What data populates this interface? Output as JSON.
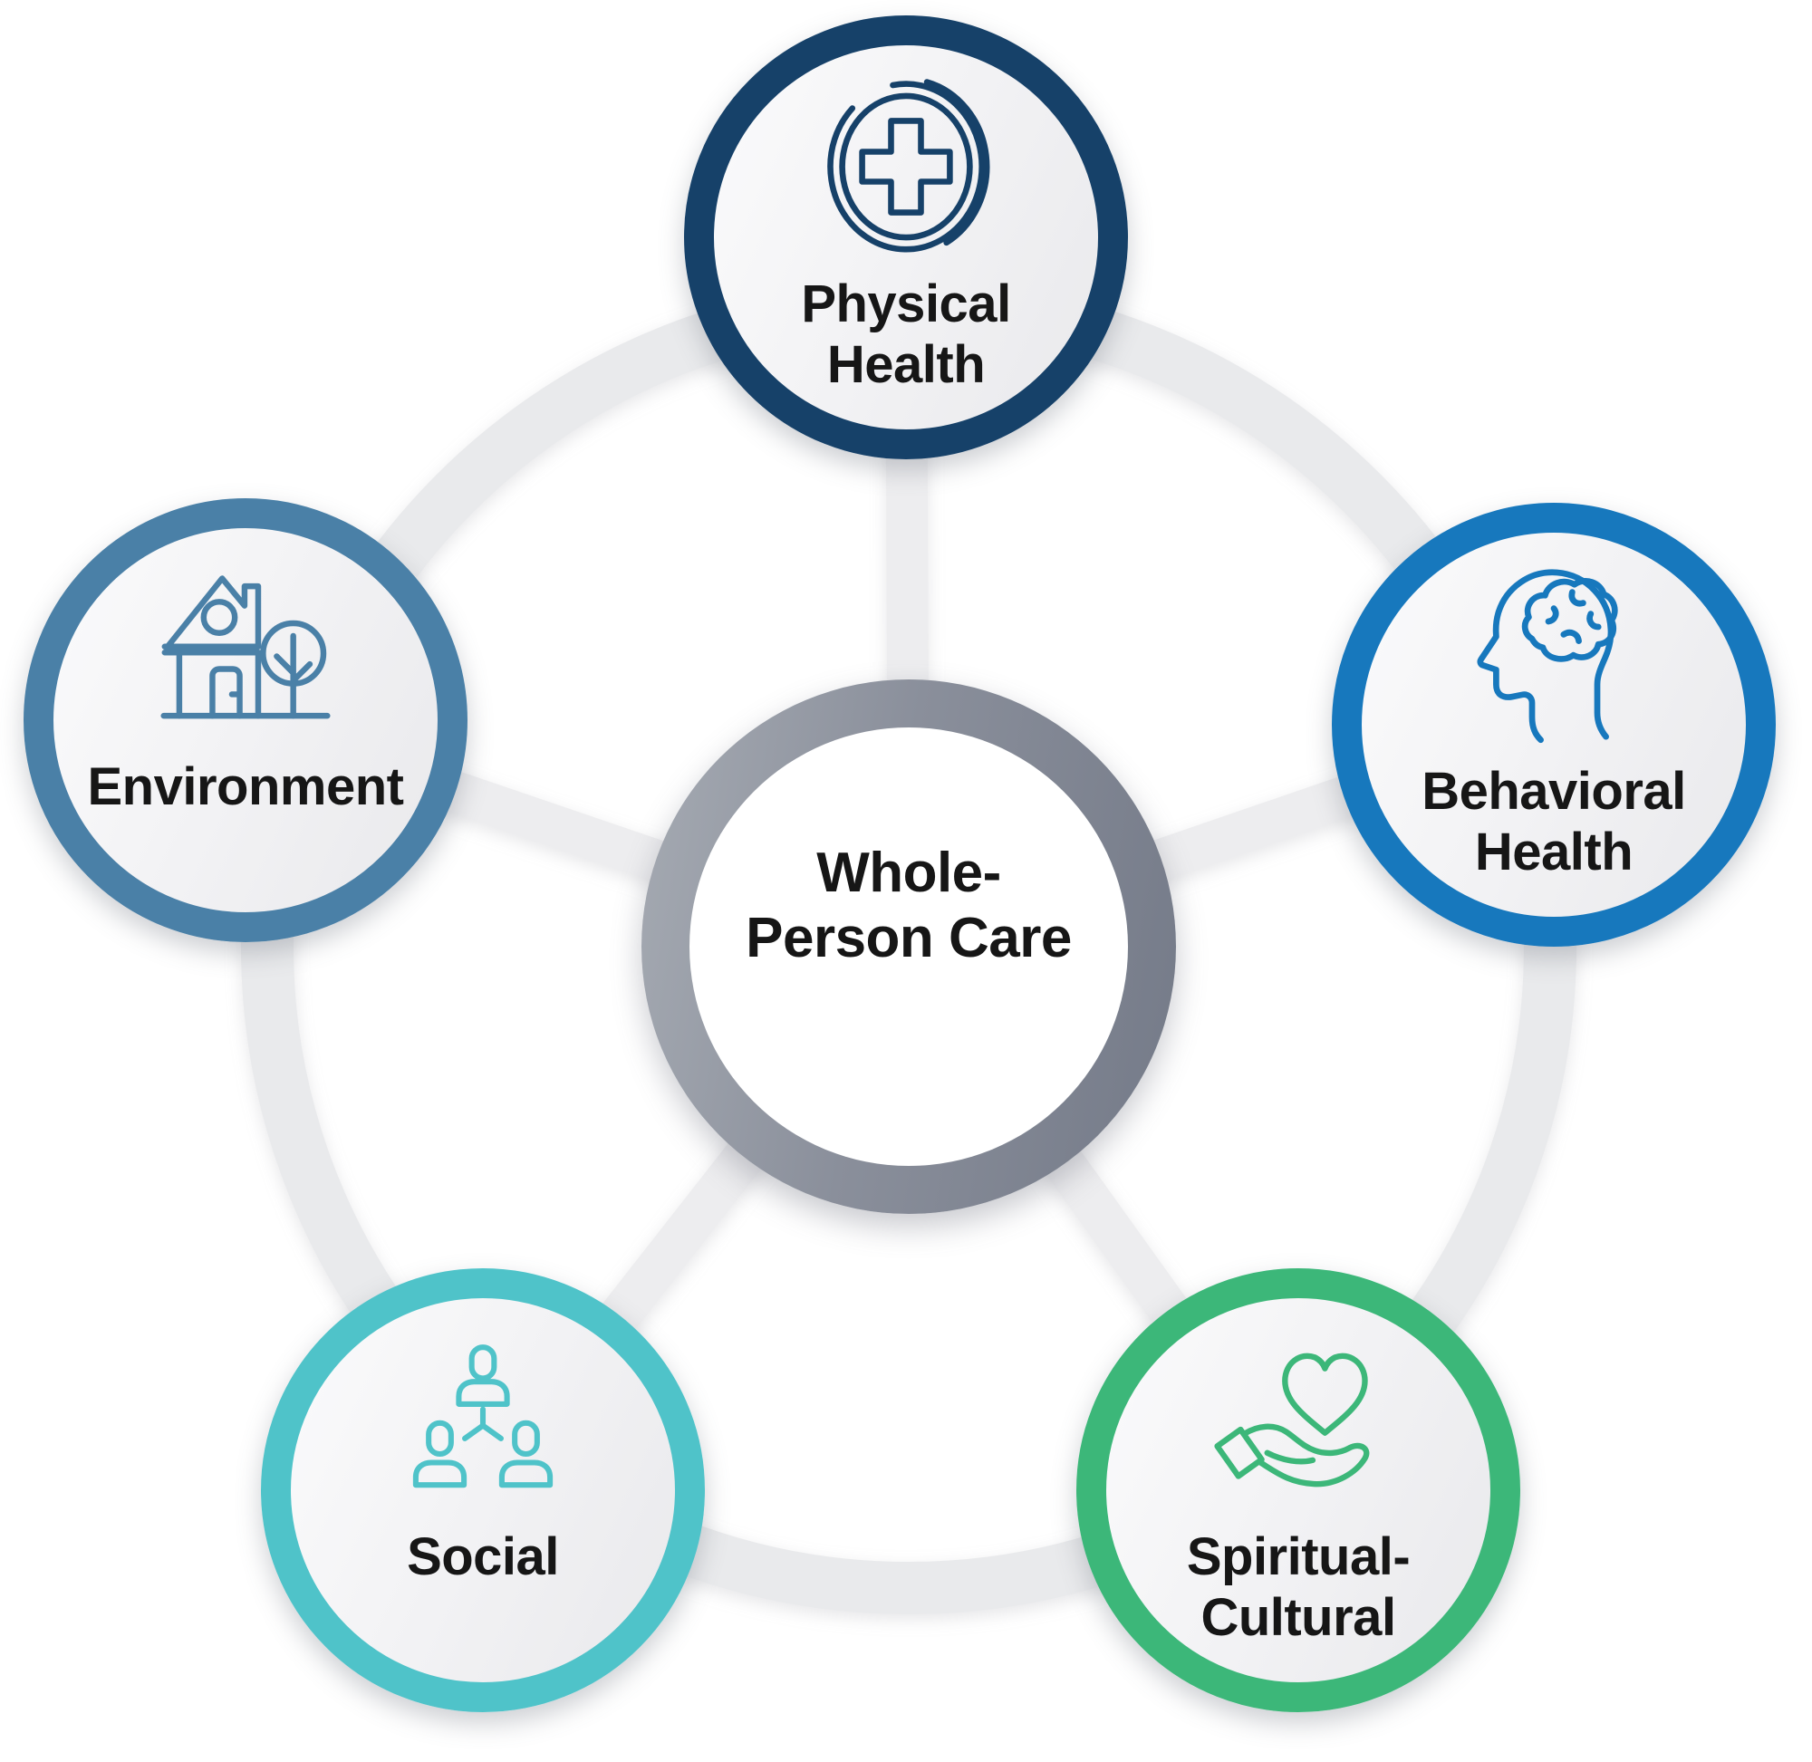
{
  "figure": {
    "label_color": "#161616",
    "center": {
      "id": "whole-person-care",
      "label_lines": [
        "Whole-",
        "Person Care"
      ],
      "ring_color_light": "#a6abb3",
      "ring_color_dark": "#747a88",
      "fill_color": "#ffffff"
    },
    "nodes": [
      {
        "id": "physical-health",
        "label_lines": [
          "Physical",
          "Health"
        ],
        "color": "#164169",
        "icon": "medical-cross-icon"
      },
      {
        "id": "behavioral-health",
        "label_lines": [
          "Behavioral",
          "Health"
        ],
        "color": "#1778bd",
        "icon": "head-brain-icon"
      },
      {
        "id": "spiritual-cultural",
        "label_lines": [
          "Spiritual-",
          "Cultural"
        ],
        "color": "#3cb779",
        "icon": "hand-heart-icon"
      },
      {
        "id": "social",
        "label_lines": [
          "Social"
        ],
        "color": "#4fc3c9",
        "icon": "people-network-icon"
      },
      {
        "id": "environment",
        "label_lines": [
          "Environment"
        ],
        "color": "#4a80a7",
        "icon": "house-tree-icon"
      }
    ],
    "connector": {
      "ring_color": "#e9eaec",
      "spoke_color": "#ededef"
    }
  }
}
